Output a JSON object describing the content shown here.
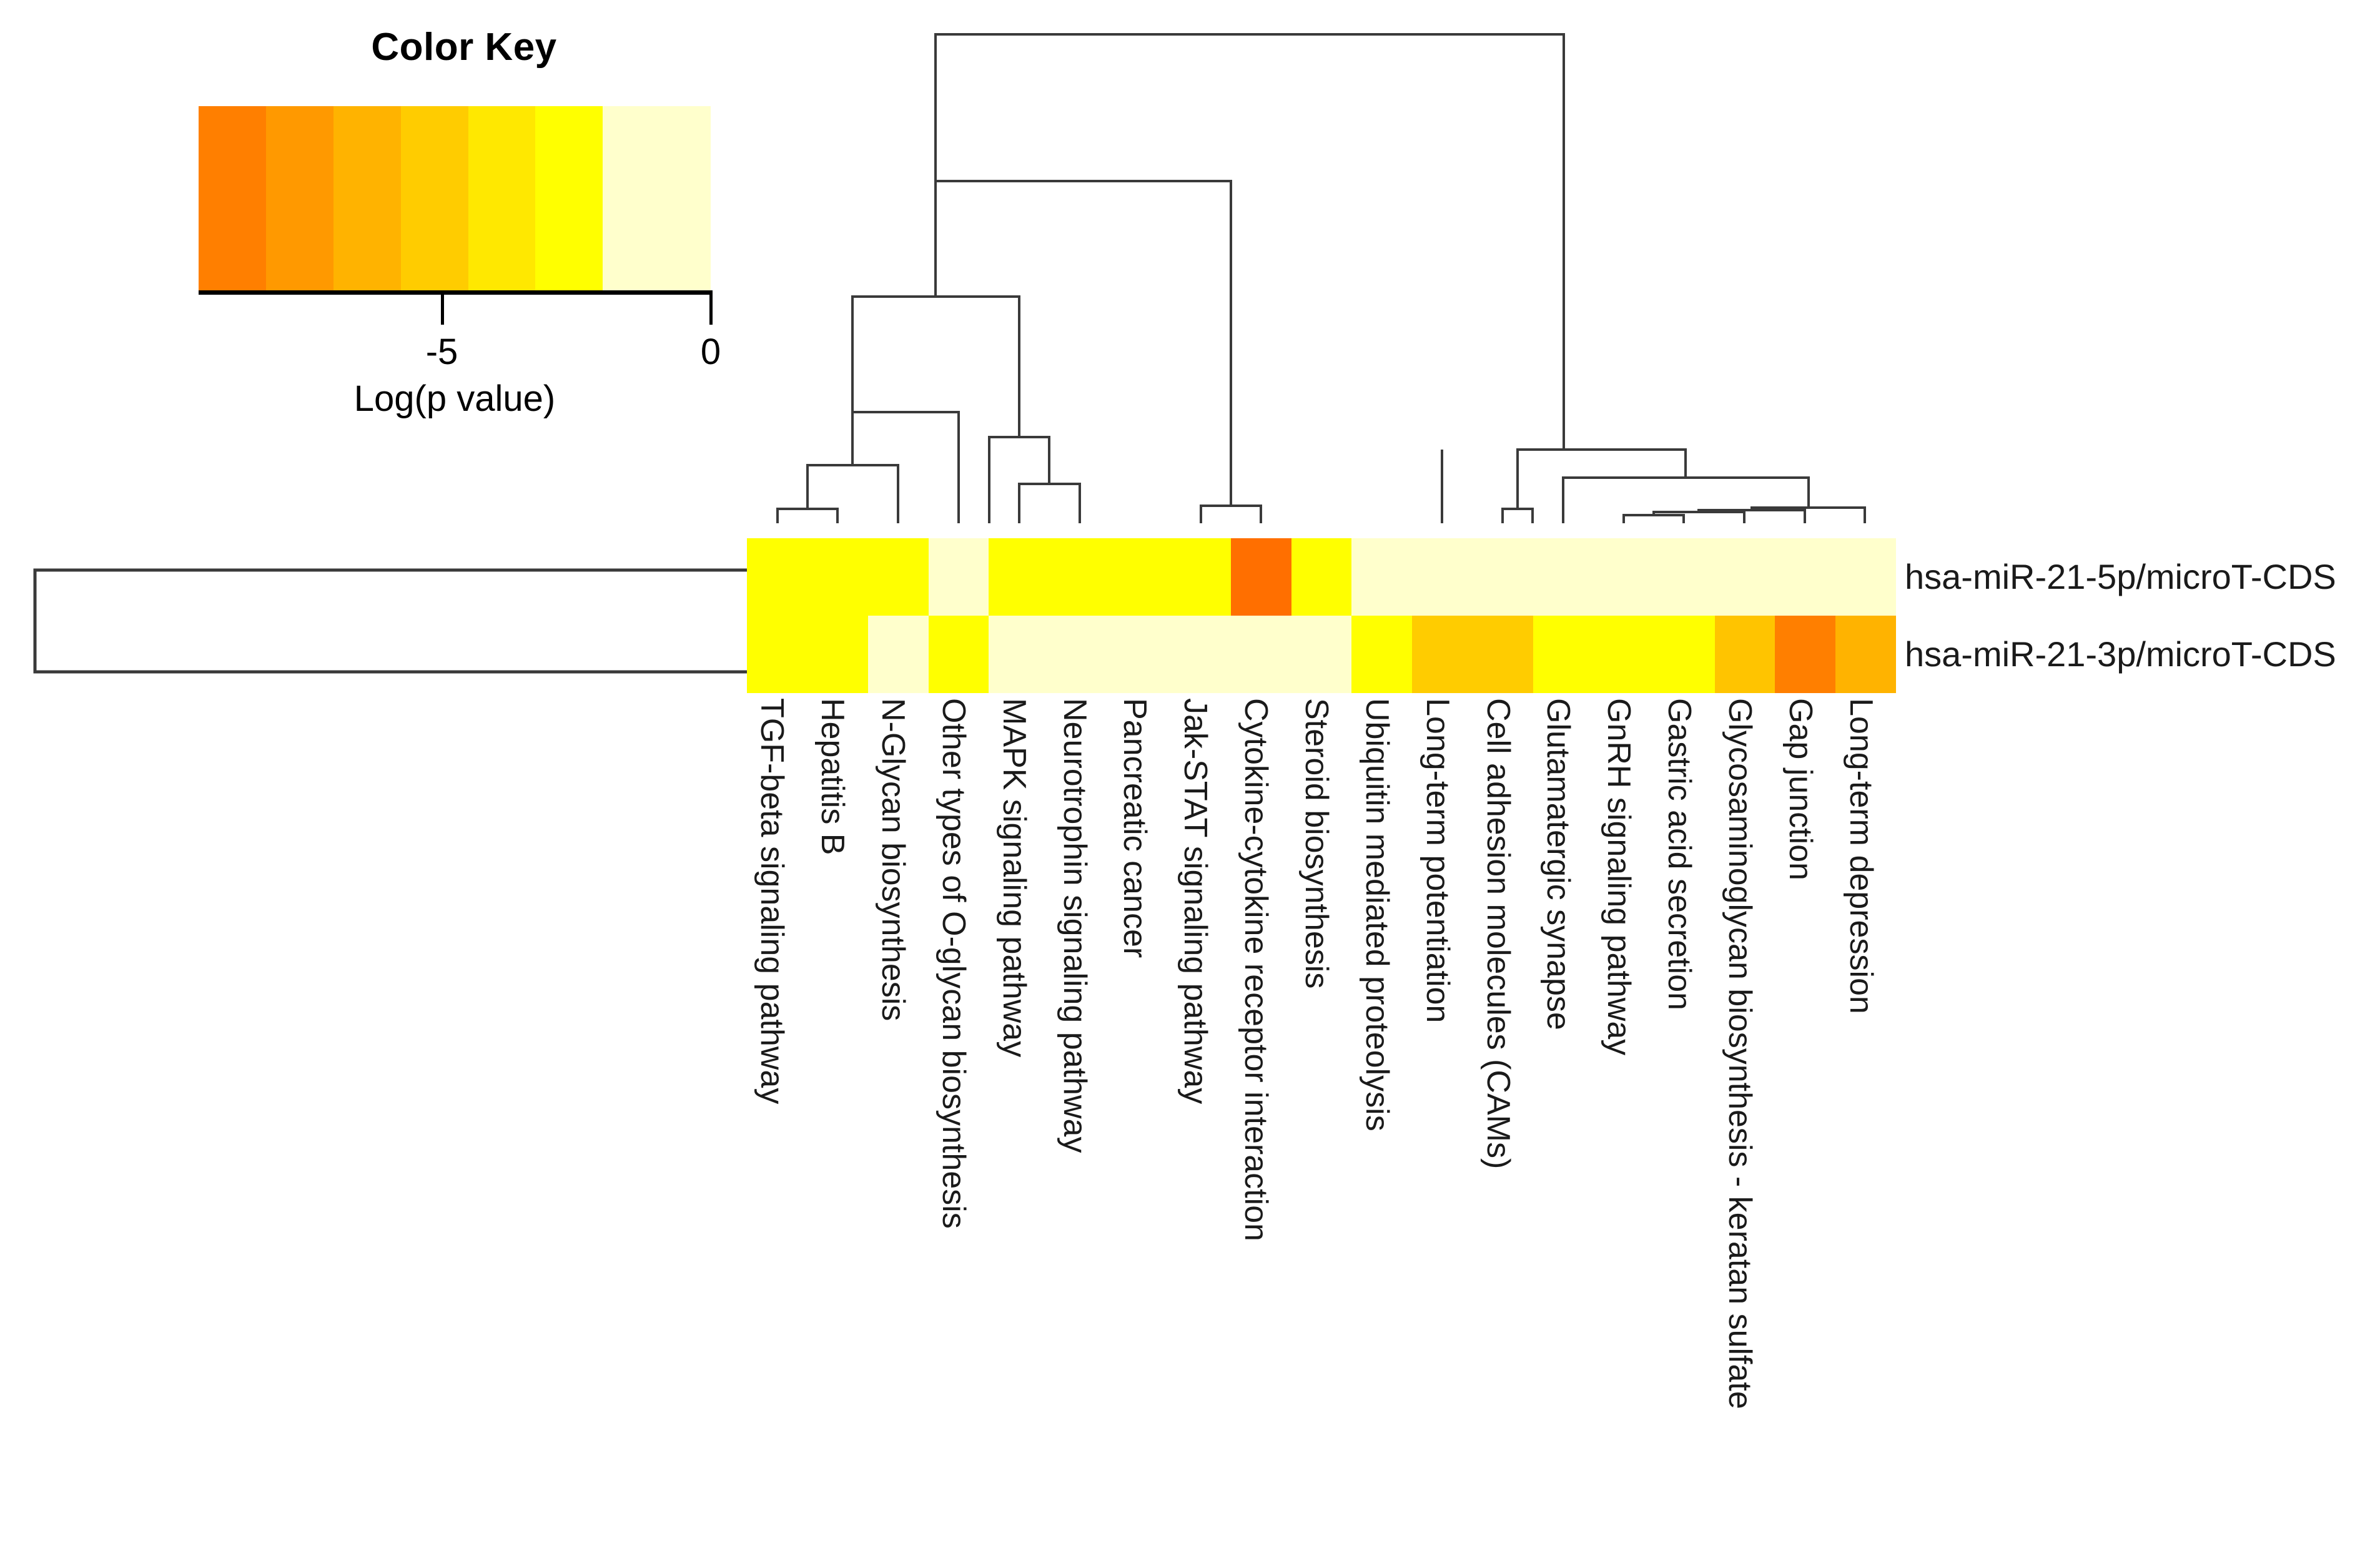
{
  "color_key": {
    "title": "Color Key",
    "xlabel": "Log(p value)",
    "ticks": [
      {
        "label": "-5",
        "pos_pct": 47.5
      },
      {
        "label": "0",
        "pos_pct": 100
      }
    ],
    "swatches": [
      "#FF7F00",
      "#FF9900",
      "#FFB300",
      "#FFCC00",
      "#FFE800",
      "#FFFF00",
      "#FFFFCC"
    ],
    "range": [
      -5.0,
      0.0
    ]
  },
  "rows": [
    {
      "label": "hsa-miR-21-5p/microT-CDS"
    },
    {
      "label": "hsa-miR-21-3p/microT-CDS"
    }
  ],
  "chart_data": {
    "type": "heatmap",
    "title": "Color Key",
    "xlabel": "",
    "ylabel": "",
    "value_label": "Log(p value)",
    "colorbar_range": [
      -5,
      0
    ],
    "legend_position": "top-left",
    "grid": false,
    "row_labels": [
      "hsa-miR-21-5p/microT-CDS",
      "hsa-miR-21-3p/microT-CDS"
    ],
    "categories": [
      "TGF-beta signaling pathway",
      "Hepatitis B",
      "N-Glycan biosynthesis",
      "Other types of O-glycan biosynthesis",
      "MAPK signaling pathway",
      "Neurotrophin signaling pathway",
      "Pancreatic cancer",
      "Jak-STAT signaling pathway",
      "Cytokine-cytokine receptor interaction",
      "Steroid biosynthesis",
      "Ubiquitin mediated proteolysis",
      "Long-term potentiation",
      "Cell adhesion molecules (CAMs)",
      "Glutamatergic synapse",
      "GnRH signaling pathway",
      "Gastric acid secretion",
      "Glycosaminoglycan biosynthesis - keratan sulfate",
      "Gap junction",
      "Long-term depression"
    ],
    "series": [
      {
        "name": "hsa-miR-21-5p/microT-CDS",
        "values": [
          -3.0,
          -3.0,
          -3.0,
          -0.6,
          -3.0,
          -3.0,
          -3.0,
          -3.0,
          -5.4,
          -3.0,
          -0.6,
          -0.6,
          -0.6,
          -0.6,
          -0.6,
          -0.6,
          -0.6,
          -0.6,
          -0.6
        ],
        "colors": [
          "#FFFF00",
          "#FFFF00",
          "#FFFF00",
          "#FFFFCC",
          "#FFFF00",
          "#FFFF00",
          "#FFFF00",
          "#FFFF00",
          "#FF6F00",
          "#FFFF00",
          "#FFFFCC",
          "#FFFFCC",
          "#FFFFCC",
          "#FFFFCC",
          "#FFFFCC",
          "#FFFFCC",
          "#FFFFCC",
          "#FFFFCC",
          "#FFFFCC"
        ]
      },
      {
        "name": "hsa-miR-21-3p/microT-CDS",
        "values": [
          -3.0,
          -3.0,
          -0.6,
          -3.0,
          -0.6,
          -0.6,
          -0.6,
          -0.6,
          -0.6,
          -0.6,
          -3.0,
          -3.9,
          -3.9,
          -3.0,
          -3.0,
          -3.0,
          -3.6,
          -5.4,
          -3.9
        ],
        "colors": [
          "#FFFF00",
          "#FFFF00",
          "#FFFFCC",
          "#FFFF00",
          "#FFFFCC",
          "#FFFFCC",
          "#FFFFCC",
          "#FFFFCC",
          "#FFFFCC",
          "#FFFFCC",
          "#FFFF00",
          "#FFCC00",
          "#FFCC00",
          "#FFFF00",
          "#FFFF00",
          "#FFFF00",
          "#FFC400",
          "#FF7F00",
          "#FFB300"
        ]
      }
    ]
  },
  "dendrograms": {
    "column_present": true,
    "row_present": true
  }
}
